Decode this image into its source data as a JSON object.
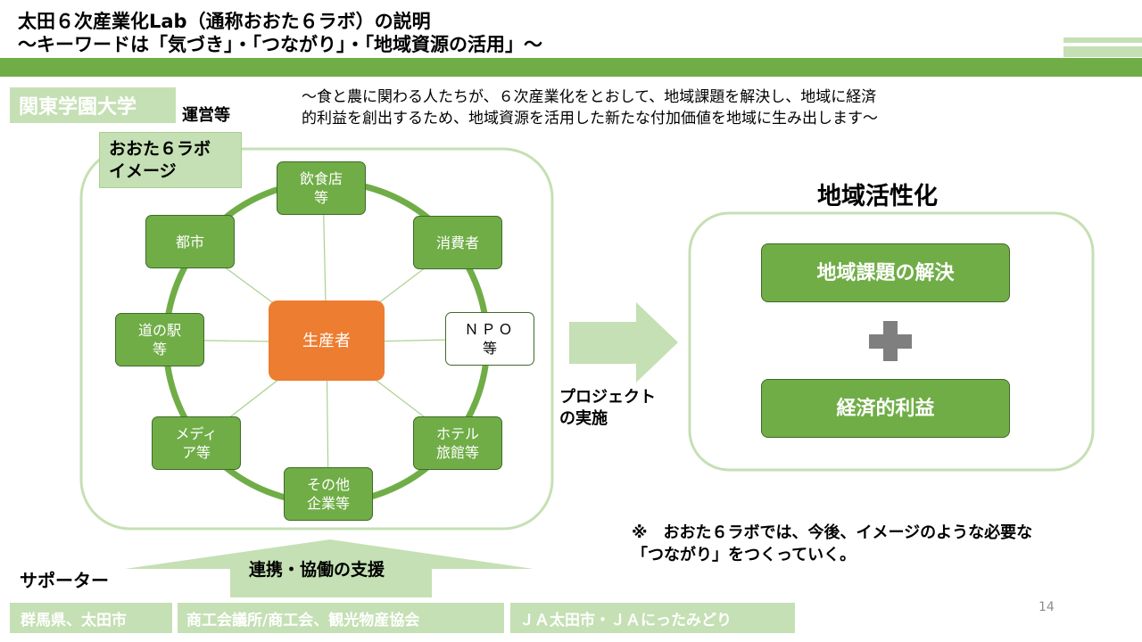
{
  "header": {
    "title_line1": "太田６次産業化Lab（通称おおた６ラボ）の説明",
    "title_line2": "～キーワードは「気づき」・「つながり」・「地域資源の活用」～"
  },
  "org": {
    "university": "関東学園大学",
    "role": "運営等"
  },
  "mission": {
    "line1": "～食と農に関わる人たちが、６次産業化をとおして、地域課題を解決し、地域に経済",
    "line2": "的利益を創出するため、地域資源を活用した新たな付加価値を地域に生み出します～"
  },
  "image_label": {
    "line1": "おおた６ラボ",
    "line2": "イメージ"
  },
  "network": {
    "center": "生産者",
    "nodes": [
      {
        "id": "restaurant",
        "line1": "飲食店",
        "line2": "等"
      },
      {
        "id": "consumer",
        "line1": "消費者",
        "line2": ""
      },
      {
        "id": "npo",
        "line1": "ＮＰＯ",
        "line2": "等"
      },
      {
        "id": "hotel",
        "line1": "ホテル",
        "line2": "旅館等"
      },
      {
        "id": "other",
        "line1": "その他",
        "line2": "企業等"
      },
      {
        "id": "media",
        "line1": "メディ",
        "line2": "ア等"
      },
      {
        "id": "roadside",
        "line1": "道の駅",
        "line2": "等"
      },
      {
        "id": "city",
        "line1": "都市",
        "line2": ""
      }
    ]
  },
  "project": {
    "line1": "プロジェクト",
    "line2": "の実施"
  },
  "outcome": {
    "title": "地域活性化",
    "item1": "地域課題の解決",
    "item2": "経済的利益"
  },
  "note": {
    "line1": "※　おおた６ラボでは、今後、イメージのような必要な",
    "line2": "「つながり」をつくっていく。"
  },
  "support": {
    "supporter_label": "サポーター",
    "arrow_label": "連携・協働の支援",
    "orgs": [
      "群馬県、太田市",
      "商工会議所/商工会、観光物産協会",
      "ＪＡ太田市・ＪＡにったみどり"
    ]
  },
  "page_number": "14",
  "colors": {
    "accent_green": "#70ad47",
    "light_green": "#c5e0b4",
    "producer_orange": "#ed7d31"
  }
}
